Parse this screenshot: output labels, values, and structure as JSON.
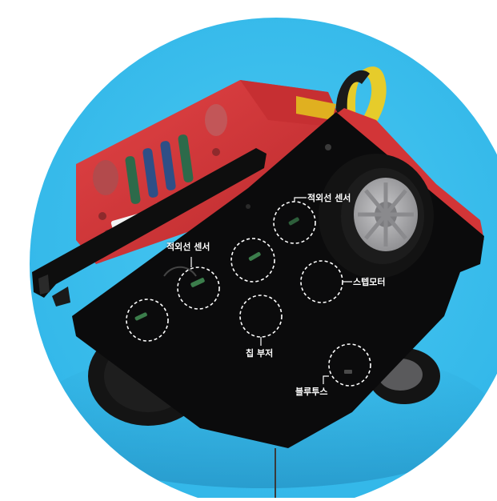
{
  "colors": {
    "background_circle": "#3fc0ee",
    "robot_body_red": "#d8383a",
    "robot_base_black": "#0b0b0c",
    "wheel_hub_gray": "#a9a9ab",
    "marker_dashed_white": "#ffffff"
  },
  "callouts": {
    "ir_sensor_top": "적외선 센서",
    "ir_sensor_left": "적외선 센서",
    "step_motor": "스텝모터",
    "chip_buzzer": "칩 부저",
    "bluetooth": "블루투스"
  }
}
